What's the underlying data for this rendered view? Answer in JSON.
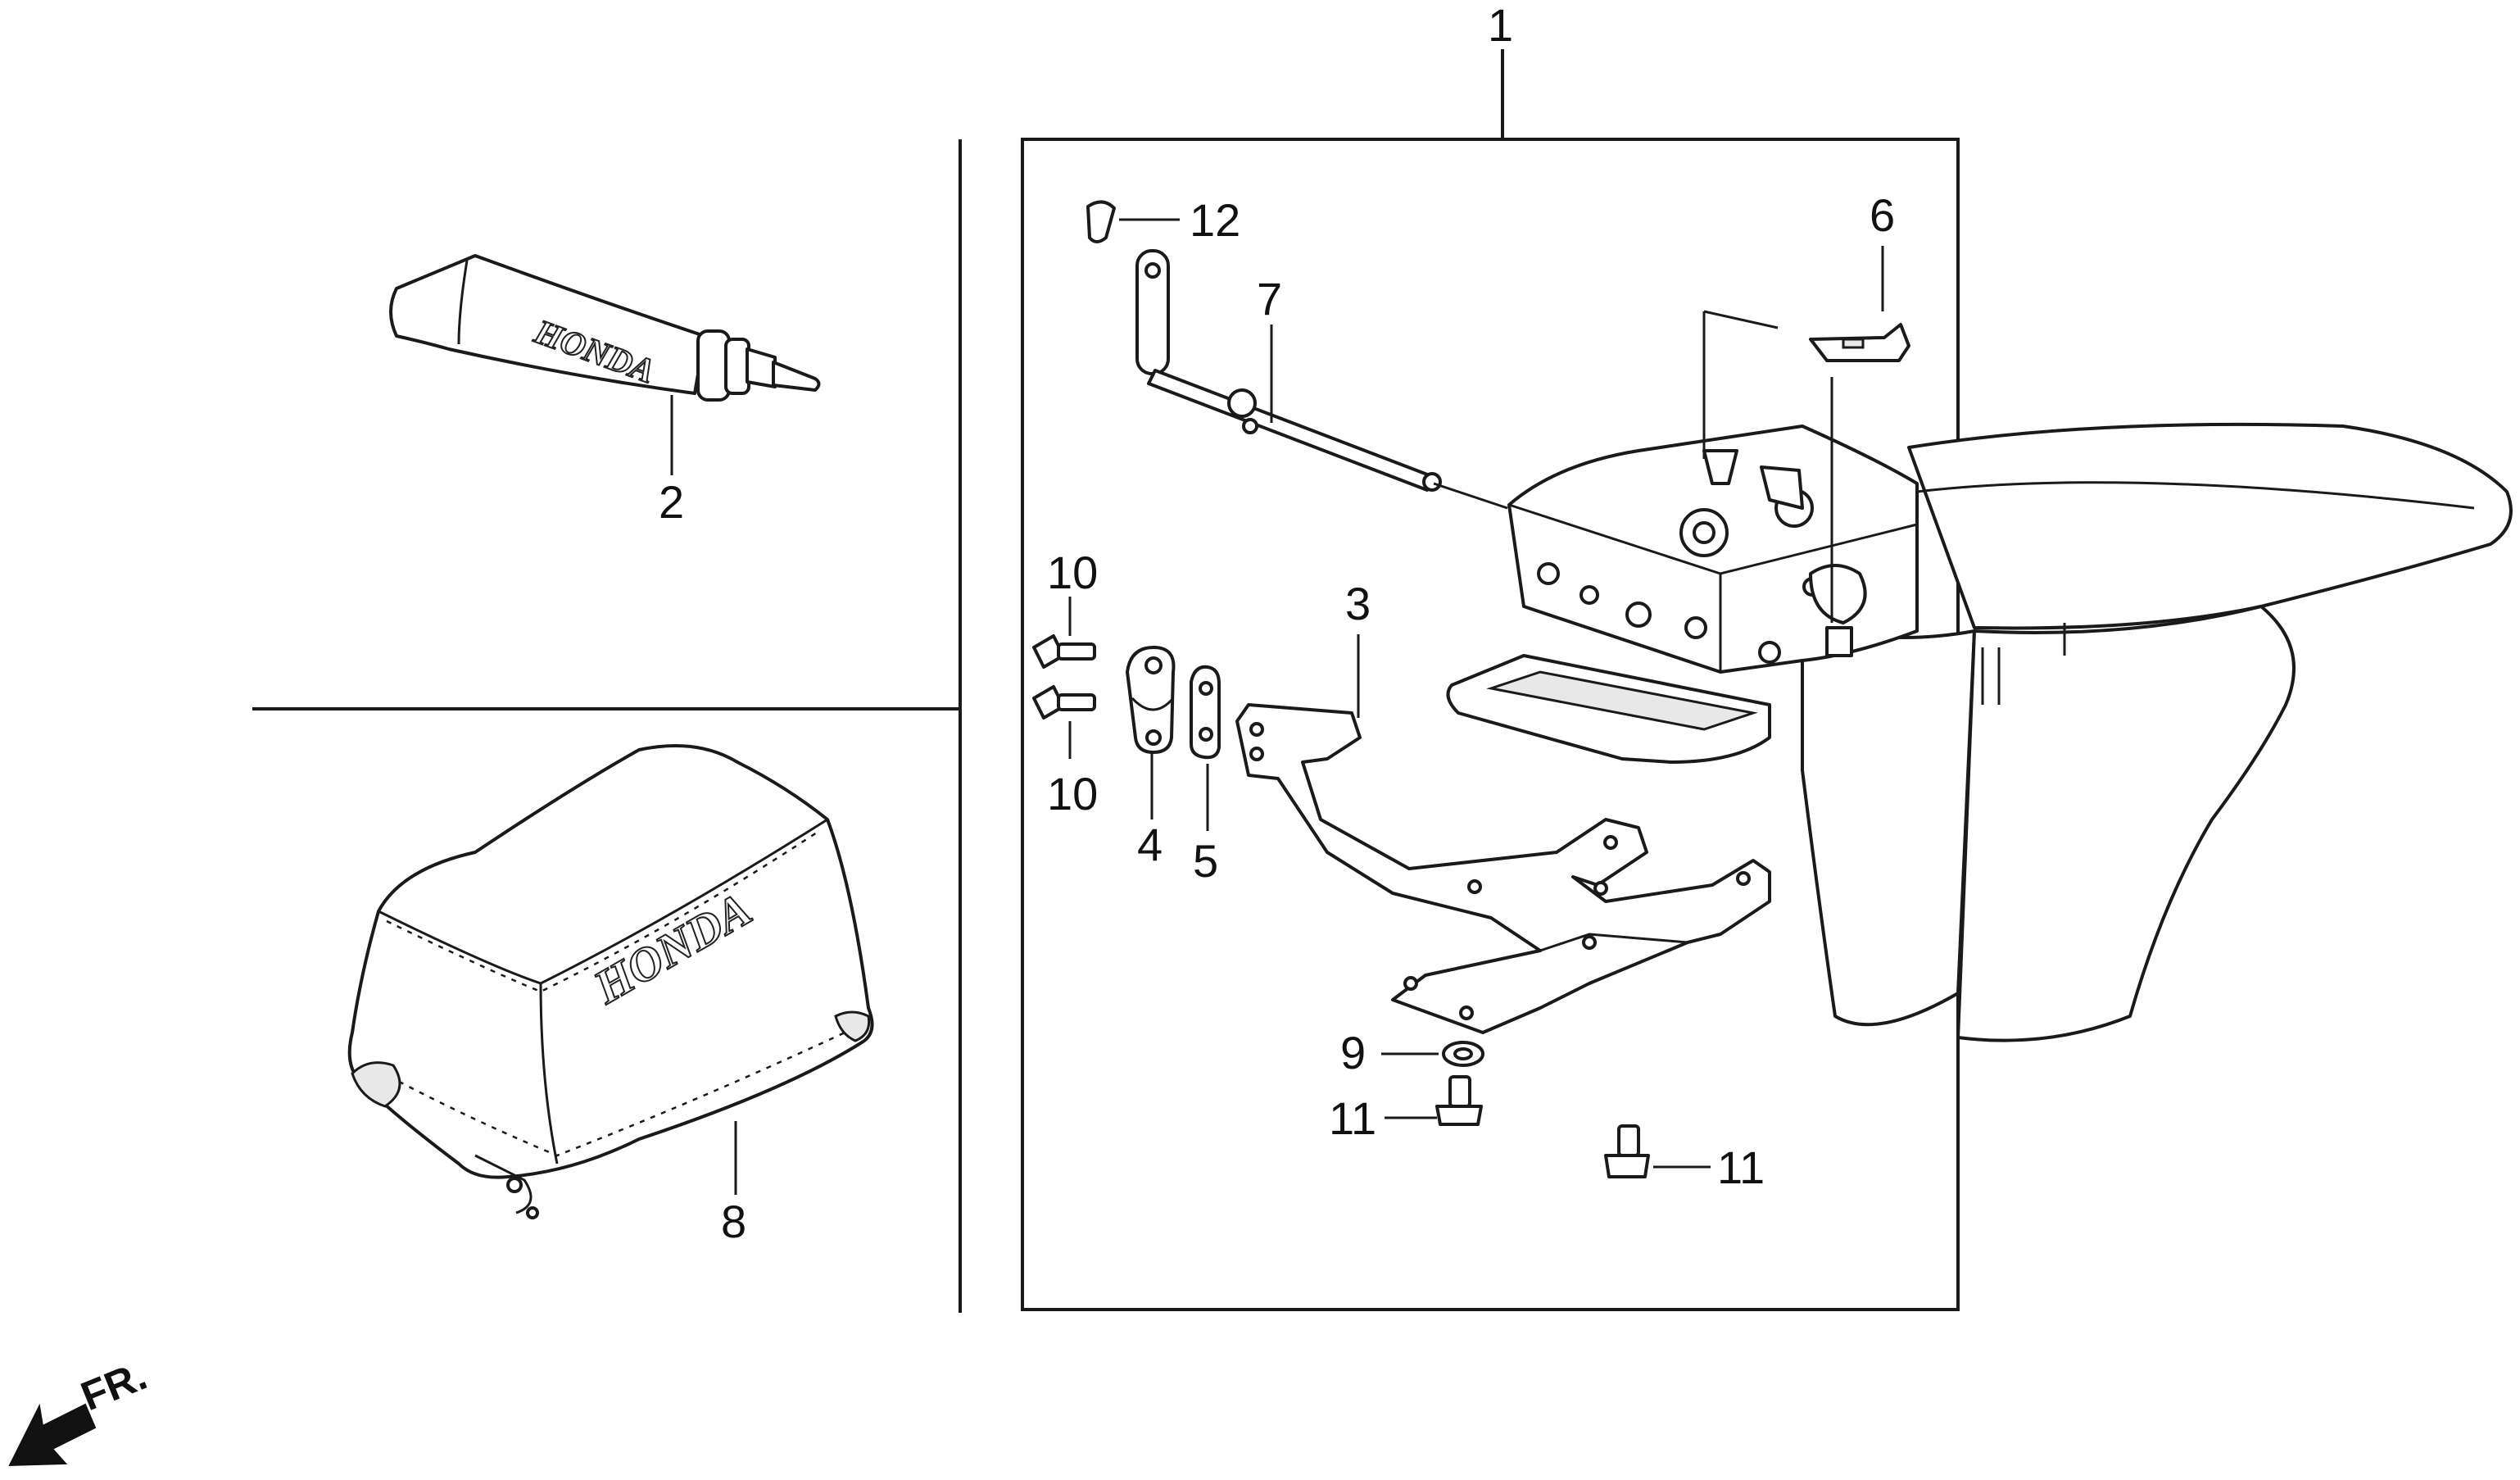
{
  "callouts": {
    "c1": "1",
    "c2": "2",
    "c3": "3",
    "c4": "4",
    "c5": "5",
    "c6": "6",
    "c7": "7",
    "c8": "8",
    "c9": "9",
    "c10a": "10",
    "c10b": "10",
    "c11a": "11",
    "c11b": "11",
    "c12": "12"
  },
  "direction_label": "FR.",
  "brand_text": {
    "tube": "HONDA",
    "cover": "HONDA"
  }
}
